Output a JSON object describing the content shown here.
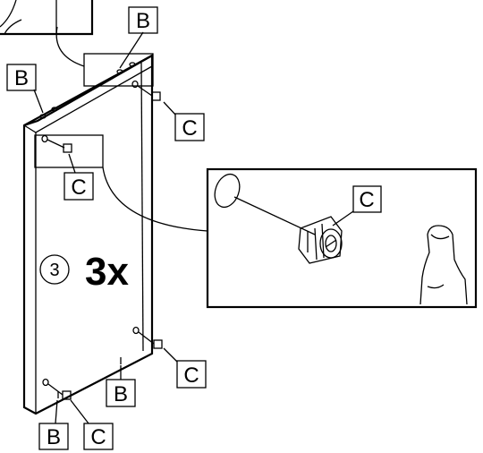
{
  "step": {
    "number": "3",
    "quantity": "3x"
  },
  "callouts": {
    "b_top_right": "B",
    "b_top_left": "B",
    "b_bottom_right": "B",
    "b_bottom_left": "B",
    "c_right_top": "C",
    "c_left_top": "C",
    "c_detail": "C",
    "c_right_bottom": "C",
    "c_bottom_left": "C"
  },
  "colors": {
    "line": "#000000",
    "background": "#ffffff"
  }
}
